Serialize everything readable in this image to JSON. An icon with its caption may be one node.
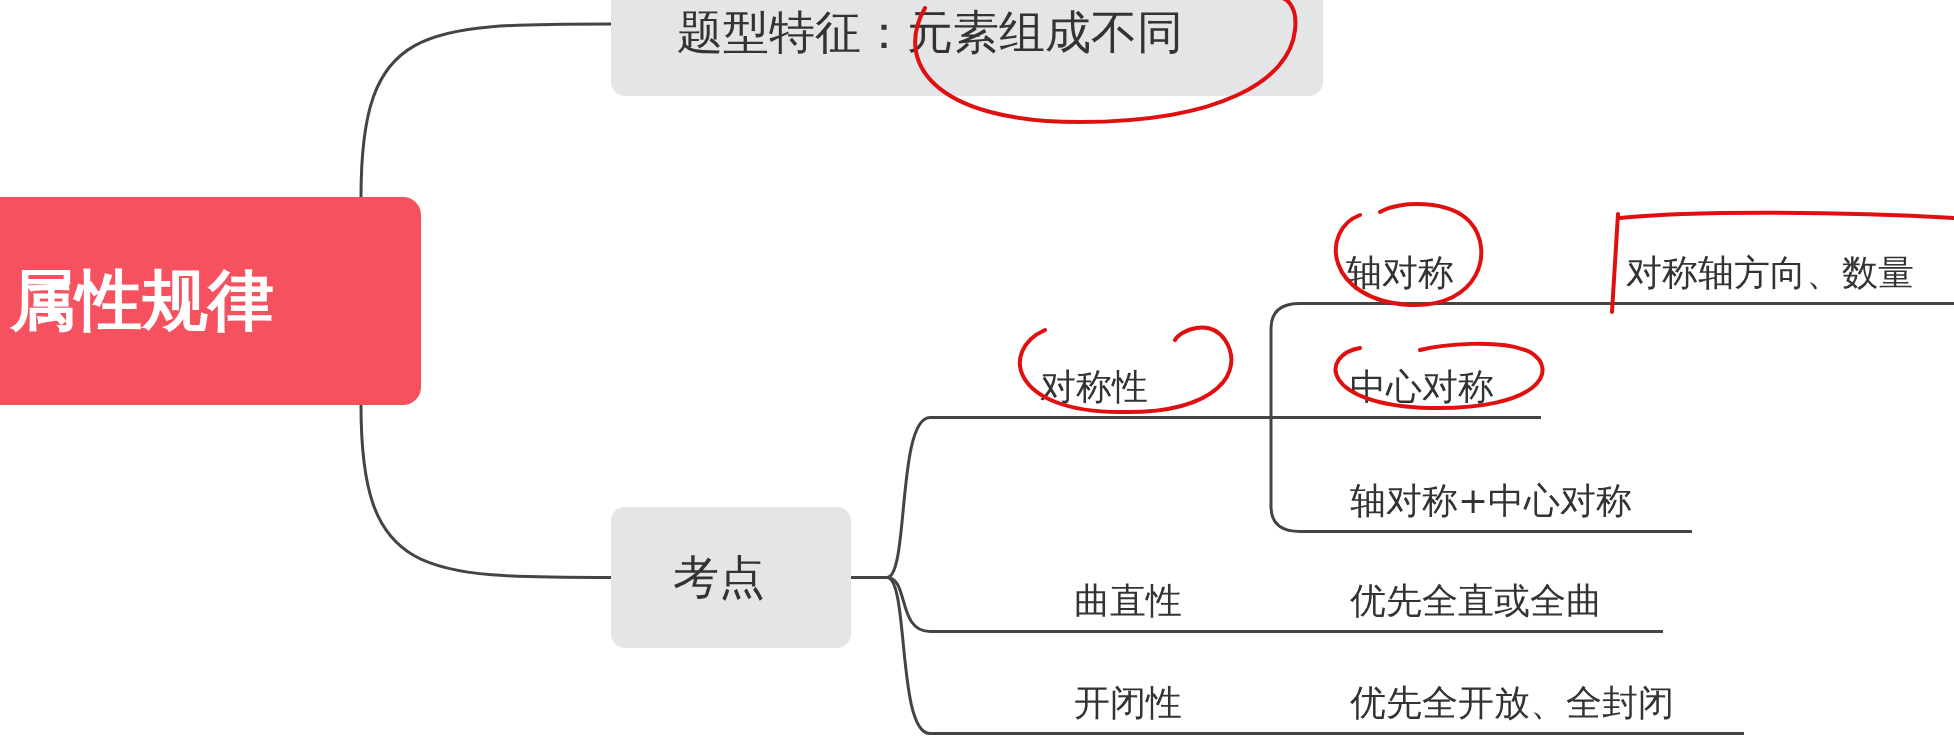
{
  "diagram": {
    "nodes": [
      {
        "text": [
          "属性规律"
        ]
      },
      {
        "text": [
          "题型特征：元素组成不同"
        ]
      },
      {
        "text": [
          "考点"
        ]
      },
      {
        "text": [
          "对称性"
        ]
      },
      {
        "text": [
          "轴对称"
        ]
      },
      {
        "text": [
          "对称轴方向、数量"
        ]
      },
      {
        "text": [
          "中心对称"
        ]
      },
      {
        "text": [
          "轴对称+中心对称"
        ]
      },
      {
        "text": [
          "曲直性"
        ]
      },
      {
        "text": [
          "优先全直或全曲"
        ]
      },
      {
        "text": [
          "开闭性"
        ]
      },
      {
        "text": [
          "优先全开放、全封闭"
        ]
      }
    ],
    "edges": [
      {
        "from": 0,
        "to": 1,
        "arrow": "none"
      },
      {
        "from": 0,
        "to": 2,
        "arrow": "none"
      },
      {
        "from": 2,
        "to": 3,
        "arrow": "none"
      },
      {
        "from": 2,
        "to": 8,
        "arrow": "none"
      },
      {
        "from": 2,
        "to": 10,
        "arrow": "none"
      },
      {
        "from": 3,
        "to": 4,
        "arrow": "none"
      },
      {
        "from": 3,
        "to": 6,
        "arrow": "none"
      },
      {
        "from": 3,
        "to": 7,
        "arrow": "none"
      },
      {
        "from": 4,
        "to": 5,
        "arrow": "none"
      },
      {
        "from": 8,
        "to": 9,
        "arrow": "none"
      },
      {
        "from": 10,
        "to": 11,
        "arrow": "none"
      }
    ]
  }
}
